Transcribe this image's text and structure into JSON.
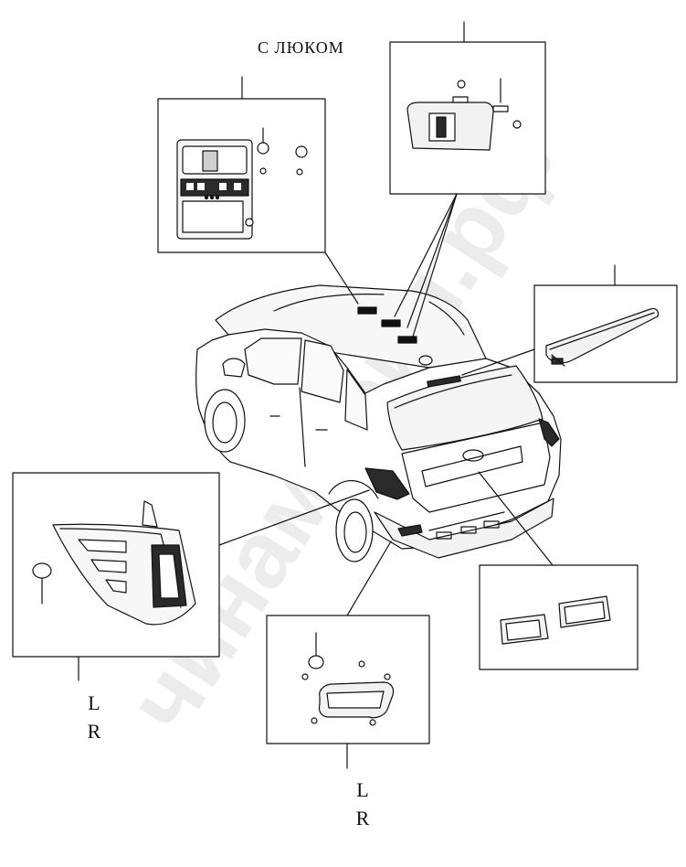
{
  "diagram": {
    "title": "С ЛЮКОМ",
    "callouts": {
      "tail_lamp_side": [
        "L",
        "R"
      ],
      "rear_fog_lamp_side": [
        "L",
        "R"
      ]
    },
    "watermark": "чинамобил.рф"
  },
  "colors": {
    "line": "#111111",
    "fill_light": "#f2f2f2",
    "fill_mid": "#cfcfcf",
    "fill_dark": "#2a2a2a"
  }
}
